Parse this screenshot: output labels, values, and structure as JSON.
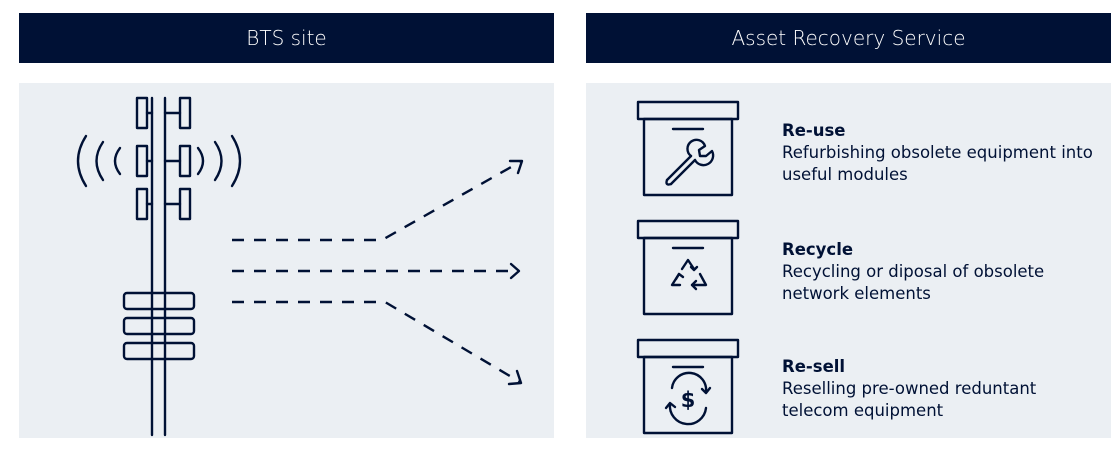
{
  "headers": {
    "left": "BTS site",
    "right": "Asset Recovery Service"
  },
  "services": [
    {
      "title": "Re-use",
      "description": "Refurbishing obsolete equipment into useful modules",
      "icon": "wrench-icon"
    },
    {
      "title": "Recycle",
      "description": "Recycling or diposal of obsolete network elements",
      "icon": "recycle-icon"
    },
    {
      "title": "Re-sell",
      "description": "Reselling pre-owned reduntant telecom equipment",
      "icon": "dollar-cycle-icon"
    }
  ],
  "colors": {
    "header_bg": "#001135",
    "panel_bg": "#ebeff3",
    "ink": "#001135"
  }
}
